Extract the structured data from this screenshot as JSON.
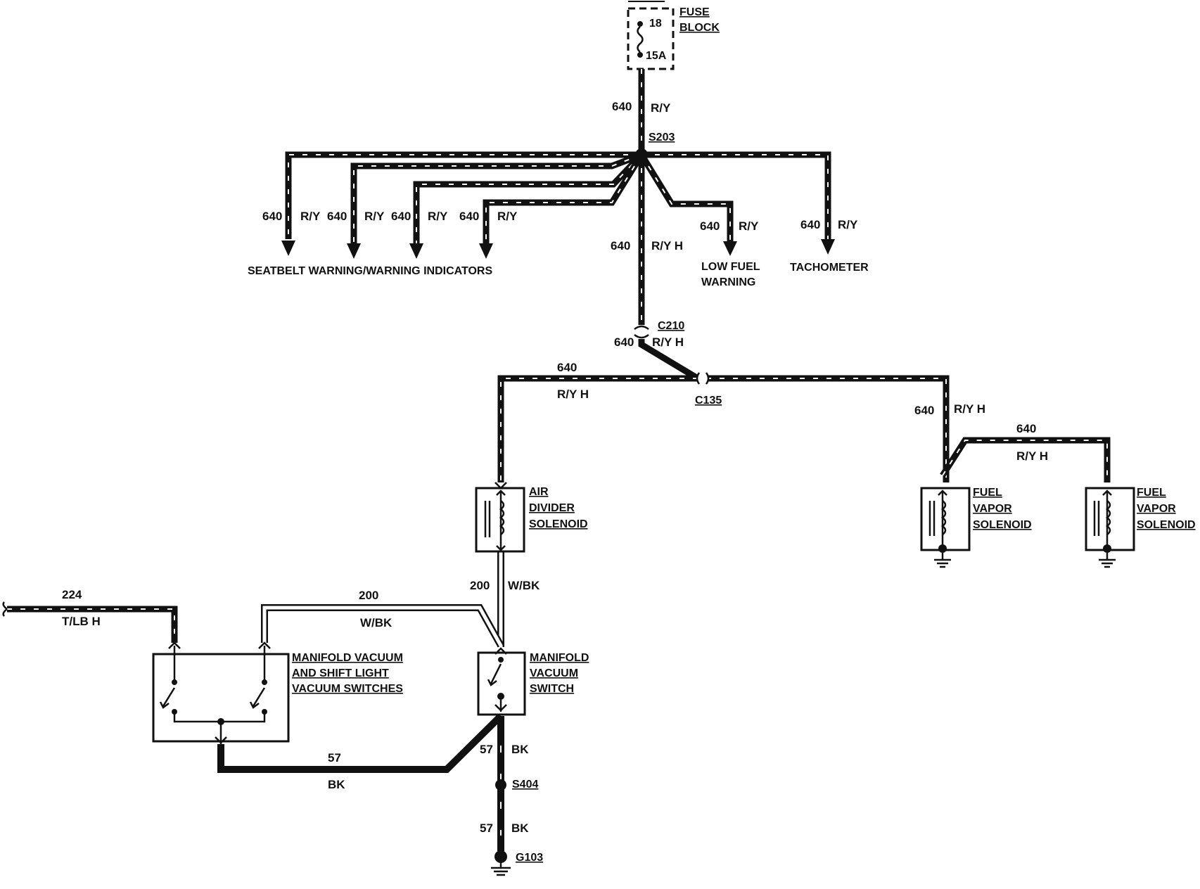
{
  "fuse_block": {
    "title_line1": "FUSE",
    "title_line2": "BLOCK",
    "fuse_number": "18",
    "fuse_rating": "15A"
  },
  "splices": {
    "s203": "S203",
    "s404": "S404"
  },
  "connectors": {
    "c210": "C210",
    "c135": "C135"
  },
  "ground": {
    "g103": "G103"
  },
  "wires": {
    "w640_main": {
      "circuit": "640",
      "color": "R/Y"
    },
    "w640_seatbelt_1": {
      "circuit": "640",
      "color": "R/Y"
    },
    "w640_seatbelt_2": {
      "circuit": "640",
      "color": "R/Y"
    },
    "w640_seatbelt_3": {
      "circuit": "640",
      "color": "R/Y"
    },
    "w640_seatbelt_4": {
      "circuit": "640",
      "color": "R/Y"
    },
    "w640_down": {
      "circuit": "640",
      "color": "R/Y H"
    },
    "w640_lowfuel": {
      "circuit": "640",
      "color": "R/Y"
    },
    "w640_tach": {
      "circuit": "640",
      "color": "R/Y"
    },
    "w640_c210": {
      "circuit": "640",
      "color": "R/Y H"
    },
    "w640_air": {
      "circuit": "640",
      "color": "R/Y H"
    },
    "w640_fuelvapor": {
      "circuit": "640",
      "color": "R/Y H"
    },
    "w640_fuelvapor2": {
      "circuit": "640",
      "color": "R/Y H"
    },
    "w200_vert": {
      "circuit": "200",
      "color": "W/BK"
    },
    "w200_horiz": {
      "circuit": "200",
      "color": "W/BK"
    },
    "w224": {
      "circuit": "224",
      "color": "T/LB H"
    },
    "w57_horiz": {
      "circuit": "57",
      "color": "BK"
    },
    "w57_upper": {
      "circuit": "57",
      "color": "BK"
    },
    "w57_lower": {
      "circuit": "57",
      "color": "BK"
    }
  },
  "components": {
    "seatbelt": "SEATBELT WARNING/WARNING INDICATORS",
    "low_fuel": {
      "line1": "LOW FUEL",
      "line2": "WARNING"
    },
    "tachometer": "TACHOMETER",
    "air_divider": {
      "line1": "AIR",
      "line2": "DIVIDER",
      "line3": "SOLENOID"
    },
    "fuel_vapor_1": {
      "line1": "FUEL",
      "line2": "VAPOR",
      "line3": "SOLENOID"
    },
    "fuel_vapor_2": {
      "line1": "FUEL",
      "line2": "VAPOR",
      "line3": "SOLENOID"
    },
    "manifold_shift": {
      "line1": "MANIFOLD VACUUM",
      "line2": "AND SHIFT LIGHT",
      "line3": "VACUUM SWITCHES"
    },
    "manifold_switch": {
      "line1": "MANIFOLD",
      "line2": "VACUUM",
      "line3": "SWITCH"
    }
  }
}
